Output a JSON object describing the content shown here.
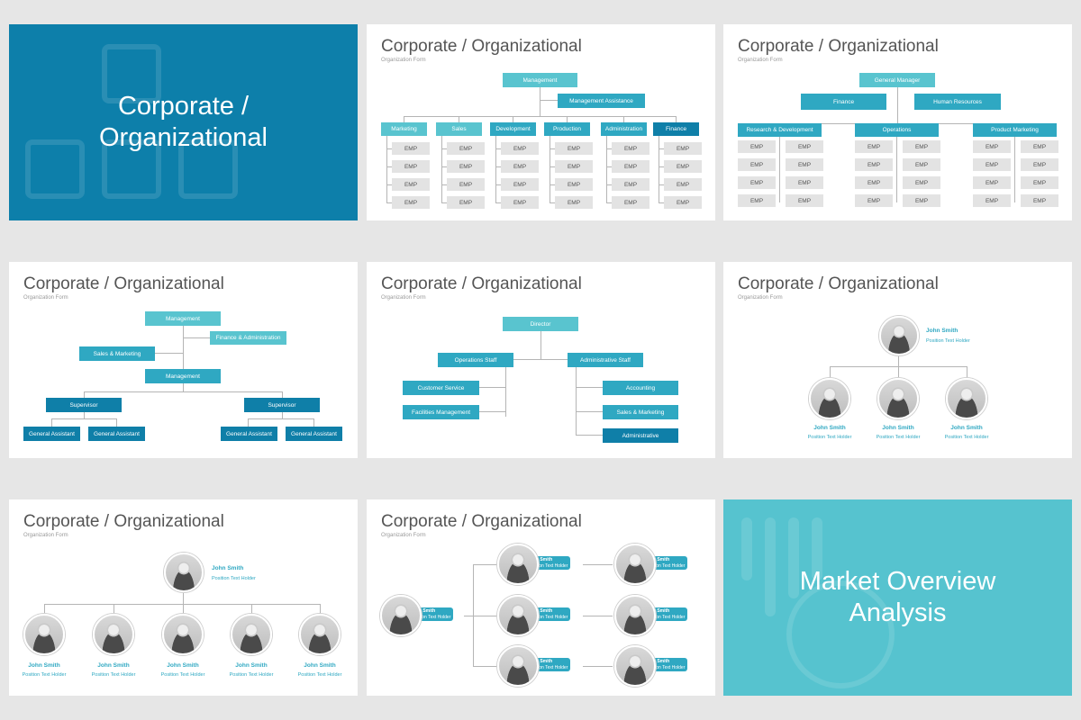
{
  "slide_title": "Corporate / Organizational",
  "slide_subtitle": "Organization Form",
  "cover": {
    "line1": "Corporate /",
    "line2": "Organizational"
  },
  "end": {
    "line1": "Market Overview",
    "line2": "Analysis"
  },
  "emp_label": "EMP",
  "slide2": {
    "top": "Management",
    "assistant": "Management Assistance",
    "departments": [
      "Marketing",
      "Sales",
      "Development",
      "Production",
      "Administration",
      "Finance"
    ]
  },
  "slide3": {
    "top": "General Manager",
    "mid": [
      "Finance",
      "Human Resources"
    ],
    "departments": [
      "Research & Development",
      "Operations",
      "Product Marketing"
    ]
  },
  "slide4": {
    "top": "Management",
    "finance": "Finance & Administration",
    "sales": "Sales & Marketing",
    "management": "Management",
    "supervisor": "Supervisor",
    "assistant": "General Assistant"
  },
  "slide5": {
    "director": "Director",
    "ops": "Operations Staff",
    "admin": "Administrative Staff",
    "left": [
      "Customer Service",
      "Facilities Management"
    ],
    "right": [
      "Accounting",
      "Sales & Marketing",
      "Administrative"
    ]
  },
  "person": {
    "name": "John Smith",
    "position": "Position Text Holder"
  },
  "colors": {
    "cover_bg": "#0d7faa",
    "end_bg": "#56c3cf",
    "light": "#59c4cf",
    "medium": "#2fa8c2",
    "dark": "#0f7fa8",
    "emp": "#e3e3e3"
  }
}
